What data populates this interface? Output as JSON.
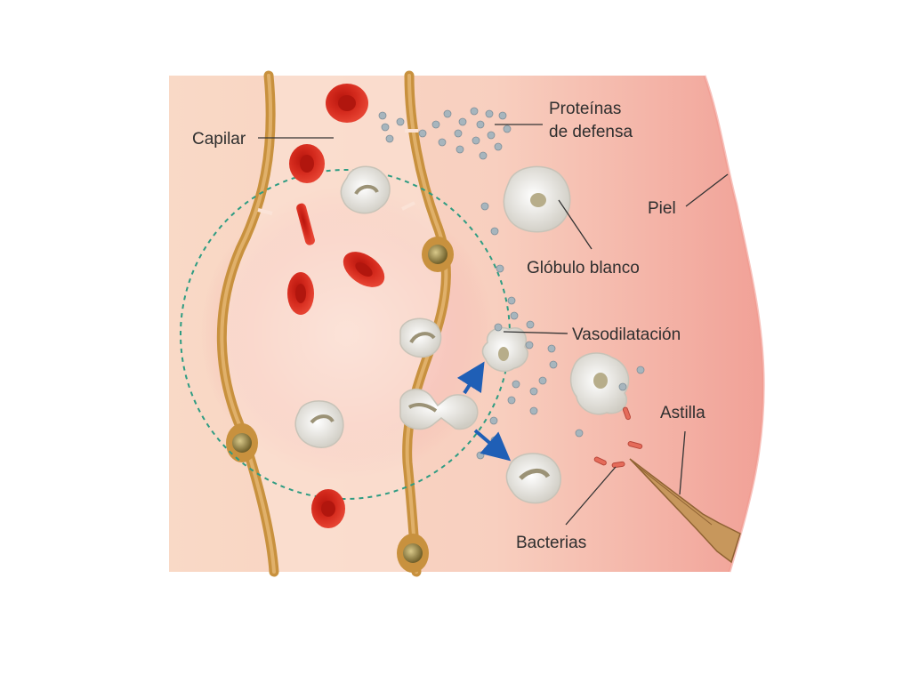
{
  "labels": {
    "capilar": "Capilar",
    "proteinas_line1": "Proteínas",
    "proteinas_line2": "de defensa",
    "piel": "Piel",
    "globulo_blanco": "Glóbulo blanco",
    "vasodilatacion": "Vasodilatación",
    "astilla": "Astilla",
    "bacterias": "Bacterias"
  },
  "colors": {
    "background": "#f9d9c6",
    "skin_edge": "#f29a8f",
    "capillary_wall": "#c8913e",
    "red_blood_cell": "#d42a1d",
    "white_blood_cell": "#ecebe6",
    "protein_dots": "#a7b5bd",
    "arrow": "#1f5fb6",
    "inflammation_circle": "#2e9c82",
    "splinter": "#c7975c"
  }
}
